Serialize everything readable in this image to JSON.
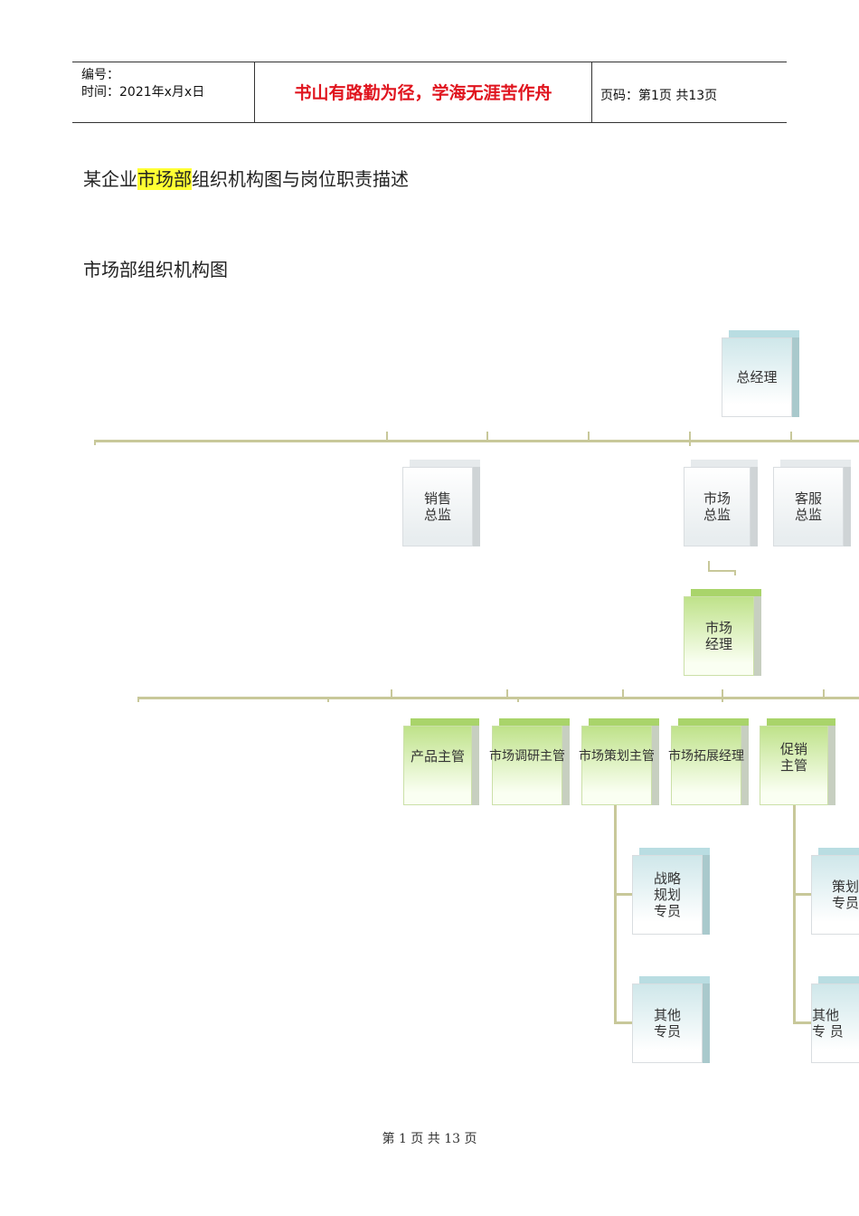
{
  "header": {
    "number_label": "编号：",
    "time_label": "时间：2021年x月x日",
    "motto": "书山有路勤为径，学海无涯苦作舟",
    "page_info": "页码：第1页  共13页"
  },
  "doc": {
    "title_pre": "某企业",
    "title_highlight": "市场部",
    "title_post": "组织机构图与岗位职责描述",
    "section_title": "市场部组织机构图"
  },
  "org": {
    "gm": "总经理",
    "sales_director": "销售\n总监",
    "market_director": "市场\n总监",
    "service_director": "客服\n总监",
    "market_manager": "市场\n经理",
    "product_lead": "产品主管",
    "research_lead": "市场调研主管",
    "planning_lead": "市场策划主管",
    "expansion_manager": "市场拓展经理",
    "promotion_lead": "促销\n主管",
    "strategy_specialist": "战略\n规划\n专员",
    "other_specialist_1": "其他\n专员",
    "planning_specialist": "策划\n专员",
    "other_specialist_2": "其他\n专  员"
  },
  "footer": {
    "text": "第 1 页 共 13 页"
  }
}
